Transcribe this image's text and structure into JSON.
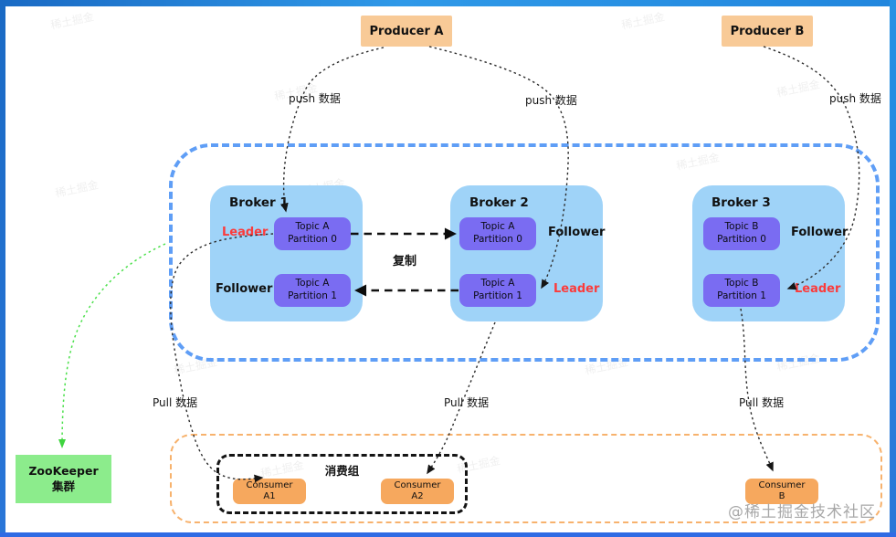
{
  "producers": [
    {
      "label": "Producer A"
    },
    {
      "label": "Producer B"
    }
  ],
  "flow_labels": {
    "push": "push 数据",
    "pull": "Pull 数据",
    "replicate": "复制"
  },
  "cluster": {
    "brokers": [
      {
        "name": "Broker 1",
        "partitions": [
          {
            "line1": "Topic A",
            "line2": "Partition 0"
          },
          {
            "line1": "Topic A",
            "line2": "Partition 1"
          }
        ],
        "roles": [
          {
            "text": "Leader"
          },
          {
            "text": "Follower"
          }
        ]
      },
      {
        "name": "Broker 2",
        "partitions": [
          {
            "line1": "Topic A",
            "line2": "Partition 0"
          },
          {
            "line1": "Topic A",
            "line2": "Partition 1"
          }
        ],
        "roles": [
          {
            "text": "Follower"
          },
          {
            "text": "Leader"
          }
        ]
      },
      {
        "name": "Broker 3",
        "partitions": [
          {
            "line1": "Topic B",
            "line2": "Partition 0"
          },
          {
            "line1": "Topic B",
            "line2": "Partition 1"
          }
        ],
        "roles": [
          {
            "text": "Follower"
          },
          {
            "text": "Leader"
          }
        ]
      }
    ]
  },
  "zookeeper": {
    "line1": "ZooKeeper",
    "line2": "集群"
  },
  "consumer_group": {
    "title": "消费组",
    "members": [
      {
        "line1": "Consumer",
        "line2": "A1"
      },
      {
        "line1": "Consumer",
        "line2": "A2"
      }
    ]
  },
  "consumer_b": {
    "line1": "Consumer",
    "line2": "B"
  },
  "watermark": {
    "badge": "@稀土掘金技术社区",
    "tile": "稀土掘金"
  },
  "colors": {
    "frame_blue": "#2186dd",
    "cluster_border": "#5f9ef6",
    "broker_fill": "#9fd3f8",
    "partition_fill": "#7a6cf2",
    "producer_fill": "#f8ca97",
    "consumer_fill": "#f6a85e",
    "zookeeper_fill": "#8cec8c",
    "leader_red": "#fb3b3b",
    "zookeeper_arrow_green": "#4ce04c",
    "orange_zone_border": "#f7b26d"
  }
}
